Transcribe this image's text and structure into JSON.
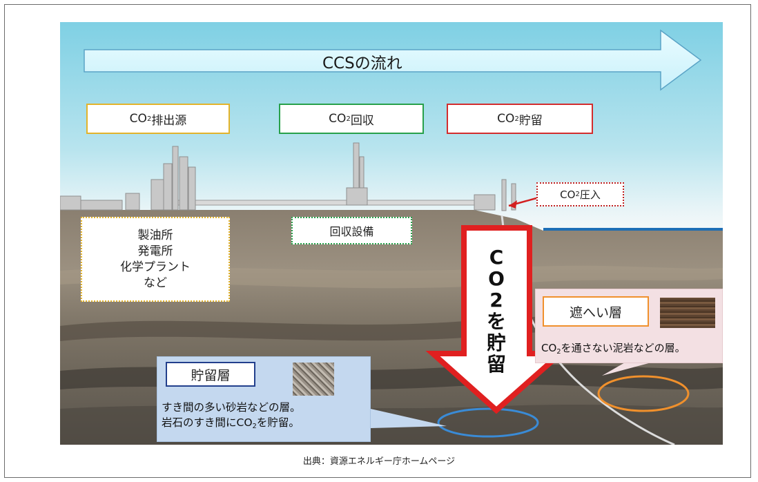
{
  "diagram": {
    "title": "CCSの流れ",
    "stages": [
      {
        "pre": "CO",
        "sub": "2",
        "post": "排出源"
      },
      {
        "pre": "CO",
        "sub": "2",
        "post": "回収"
      },
      {
        "pre": "CO",
        "sub": "2",
        "post": "貯留"
      }
    ],
    "injection": {
      "pre": "CO",
      "sub": "2",
      "post": "圧入"
    },
    "sources": [
      "製油所",
      "発電所",
      "化学プラント",
      "など"
    ],
    "capture_facility": "回収設備",
    "arrow_text": "C\nO\n2\nを\n貯\n留",
    "storage_layer": {
      "title": "貯留層",
      "line1": "すき間の多い砂岩などの層。",
      "line2_pre": "岩石のすき間にCO",
      "line2_sub": "2",
      "line2_post": "を貯留。"
    },
    "cap_rock": {
      "title": "遮へい層",
      "desc_pre": "CO",
      "desc_sub": "2",
      "desc_post": "を通さない泥岩などの層。"
    },
    "colors": {
      "emission": "#e3b32a",
      "capture": "#27a04a",
      "storage": "#d32c2c",
      "storage_layer_border": "#223f8c",
      "cap_rock_border": "#f0902c",
      "down_arrow": "#e02020"
    }
  },
  "caption": "出典：資源エネルギー庁ホームページ"
}
